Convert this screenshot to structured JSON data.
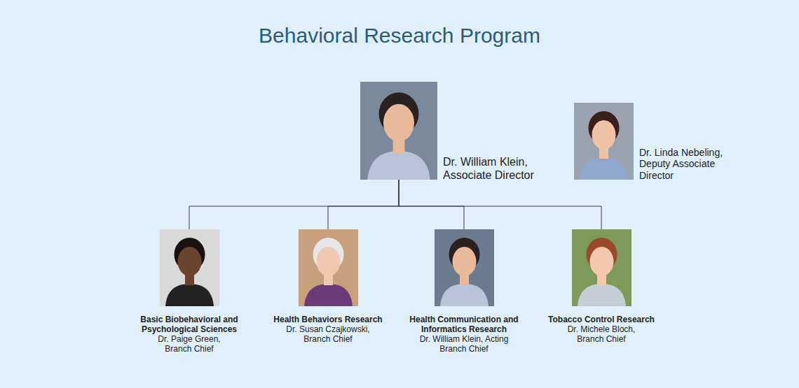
{
  "diagram": {
    "title": "Behavioral Research Program",
    "nodes": [
      {
        "text": [
          "Dr. William Klein, Associate Director"
        ]
      },
      {
        "text": [
          "Dr. Linda Nebeling, Deputy Associate Director"
        ]
      },
      {
        "text": [
          "Basic Biobehavioral and Psychological Sciences",
          "Dr. Paige Green, Branch Chief"
        ]
      },
      {
        "text": [
          "Health Behaviors Research",
          "Dr. Susan Czajkowski, Branch Chief"
        ]
      },
      {
        "text": [
          "Health Communication and Informatics Research",
          "Dr. William Klein, Acting Branch Chief"
        ]
      },
      {
        "text": [
          "Tobacco Control Research",
          "Dr. Michele Bloch, Branch Chief"
        ]
      }
    ],
    "edges": [
      {
        "from": 0,
        "to": 2,
        "arrow": "none"
      },
      {
        "from": 0,
        "to": 3,
        "arrow": "none"
      },
      {
        "from": 0,
        "to": 4,
        "arrow": "none"
      },
      {
        "from": 0,
        "to": 5,
        "arrow": "none"
      }
    ]
  }
}
